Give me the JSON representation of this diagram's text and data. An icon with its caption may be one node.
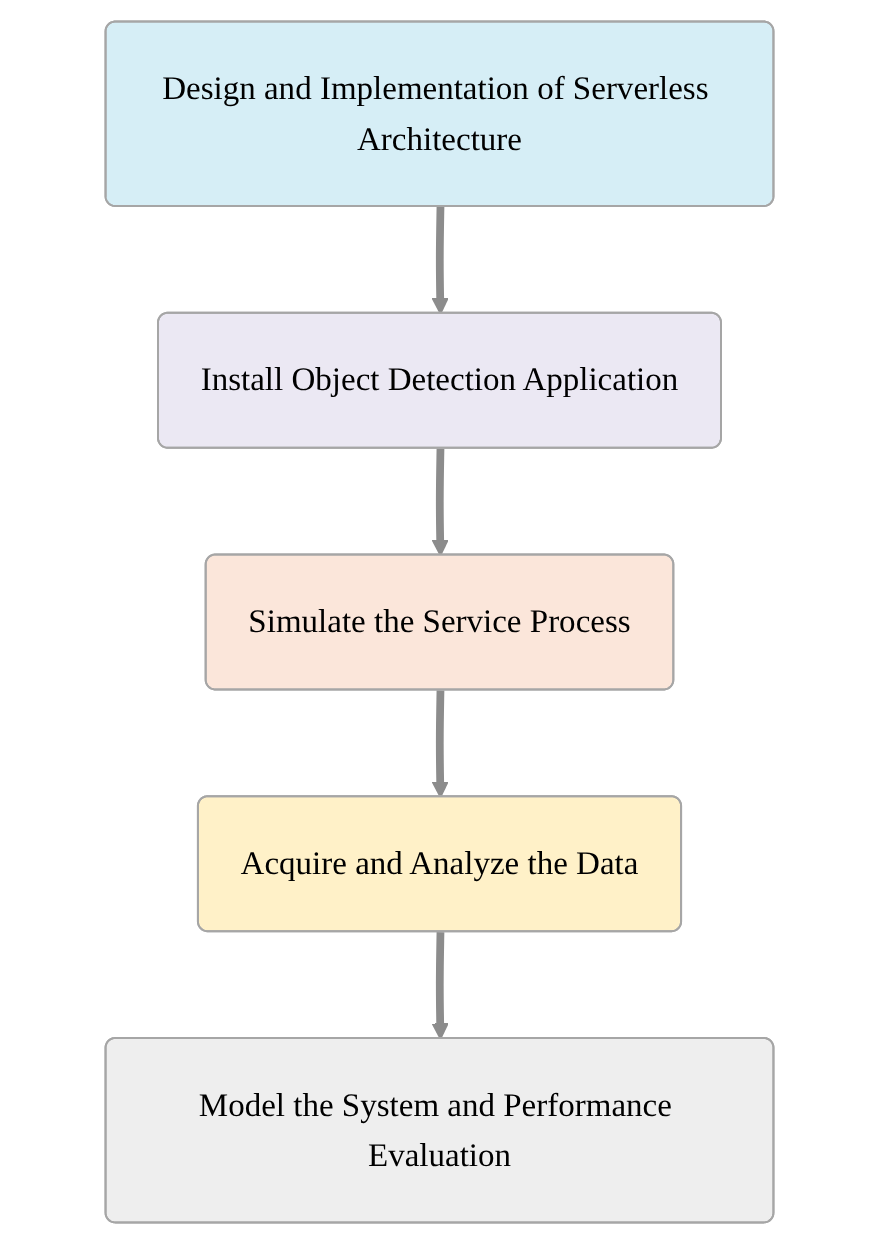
{
  "diagram": {
    "nodes": [
      {
        "text": [
          "Design and Implementation of Serverless Architecture"
        ]
      },
      {
        "text": [
          "Install Object Detection Application"
        ]
      },
      {
        "text": [
          "Simulate the Service Process"
        ]
      },
      {
        "text": [
          "Acquire and Analyze the Data"
        ]
      },
      {
        "text": [
          "Model the System and Performance Evaluation"
        ]
      }
    ],
    "edges": [
      {
        "from": 0,
        "to": 1,
        "arrow": "to"
      },
      {
        "from": 1,
        "to": 2,
        "arrow": "to"
      },
      {
        "from": 2,
        "to": 3,
        "arrow": "to"
      },
      {
        "from": 3,
        "to": 4,
        "arrow": "to"
      }
    ]
  }
}
